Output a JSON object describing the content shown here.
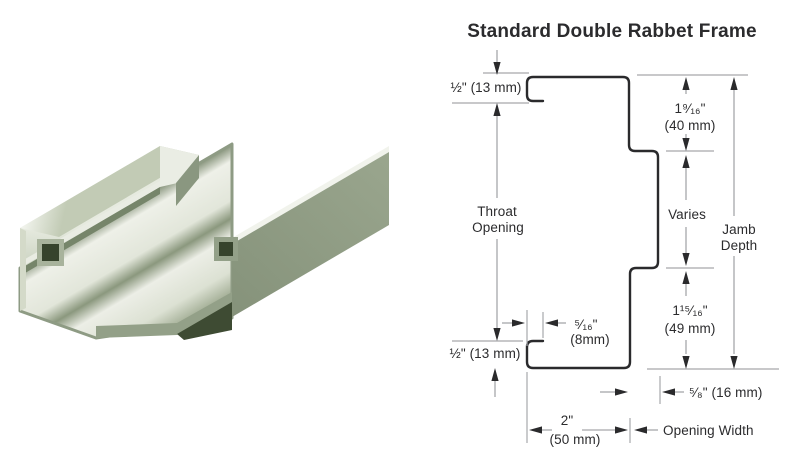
{
  "title": "Standard Double Rabbet Frame",
  "illustration": {
    "subject": "double-rabbet-steel-frame-3d-profile",
    "colors": {
      "sage_light": "#eef0e9",
      "sage_band": "#dfe4d8",
      "sage_mid": "#a9b49c",
      "sage_face": "#8e9b82",
      "sage_shadow": "#76856a",
      "sage_dark": "#38452e"
    }
  },
  "diagram": {
    "line_color": "#a6a8ab",
    "profile_color": "#2a2a2c",
    "dims": {
      "stop_top": "½\" (13 mm)",
      "rabbet_top_line1": "1⁹⁄₁₆\"",
      "rabbet_top_line2": "(40 mm)",
      "throat_line1": "Throat",
      "throat_line2": "Opening",
      "varies": "Varies",
      "jamb_line1": "Jamb",
      "jamb_line2": "Depth",
      "rabbet_bottom_line1": "1¹⁵⁄₁₆\"",
      "rabbet_bottom_line2": "(49 mm)",
      "stop_return_line1": "⁵⁄₁₆\"",
      "stop_return_line2": "(8mm)",
      "stop_bottom": "½\" (13 mm)",
      "backbend": "⁵⁄₈\" (16 mm)",
      "face_width_line1": "2\"",
      "face_width_line2": "(50 mm)",
      "opening_width": "Opening Width"
    }
  }
}
